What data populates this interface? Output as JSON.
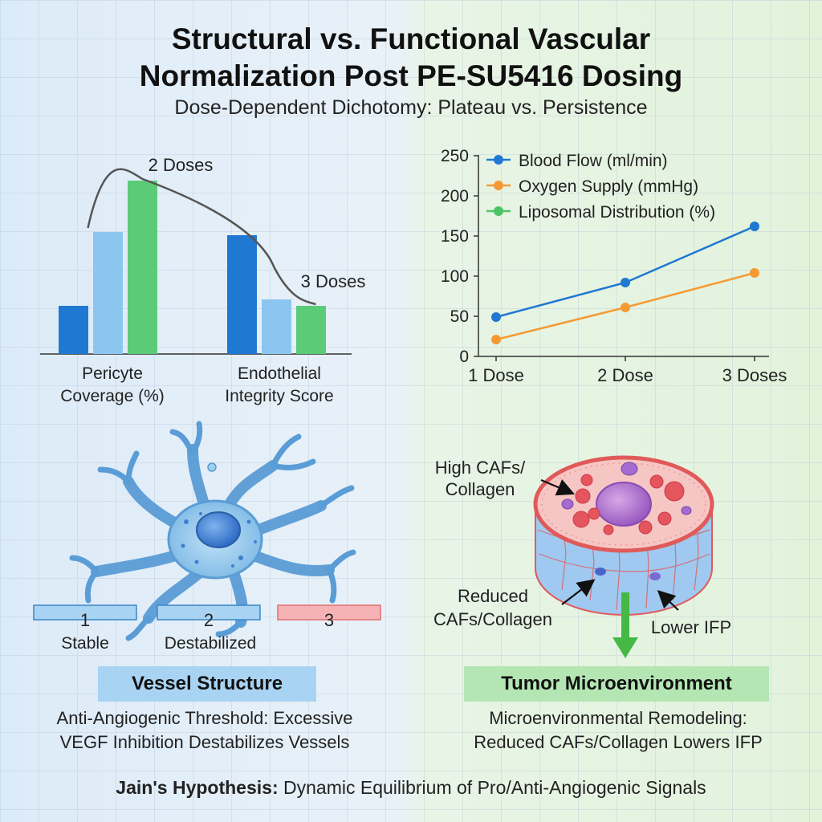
{
  "header": {
    "title_line1": "Structural vs. Functional Vascular",
    "title_line2": "Normalization Post PE-SU5416 Dosing",
    "subtitle": "Dose-Dependent Dichotomy: Plateau vs. Persistence"
  },
  "chart_data": [
    {
      "type": "bar",
      "categories": [
        "Pericyte Coverage (%)",
        "Endothelial Integrity Score"
      ],
      "category_lines": [
        [
          "Pericyte",
          "Coverage (%)"
        ],
        [
          "Endothelial",
          "Integrity Score"
        ]
      ],
      "series_colors": [
        "#1f78d1",
        "#8cc6f0",
        "#5ccb78"
      ],
      "values": [
        [
          15,
          38,
          54
        ],
        [
          37,
          17,
          15
        ]
      ],
      "ylim": [
        0,
        60
      ],
      "annotations": [
        "2 Doses",
        "3 Doses"
      ]
    },
    {
      "type": "line",
      "x": [
        "1 Dose",
        "2 Dose",
        "3 Doses"
      ],
      "yticks": [
        0,
        50,
        100,
        150,
        200,
        250
      ],
      "ylim": [
        0,
        250
      ],
      "legend_position": "top-left",
      "series": [
        {
          "name": "Blood Flow (ml/min)",
          "color": "#1f78d1",
          "values": [
            49,
            92,
            162
          ]
        },
        {
          "name": "Oxygen Supply (mmHg)",
          "color": "#f59a33",
          "values": [
            21,
            61,
            104
          ]
        },
        {
          "name": "Liposomal Distribution (%)",
          "color": "#4cc464",
          "values": []
        }
      ]
    }
  ],
  "vessel": {
    "stages": [
      {
        "number": "1",
        "label": "Stable",
        "color": "#a9d3f2"
      },
      {
        "number": "2",
        "label": "Destabilized",
        "color": "#a9d3f2"
      },
      {
        "number": "3",
        "label": "",
        "color": "#f6b3b6"
      }
    ],
    "heading": "Vessel Structure",
    "caption_line1": "Anti-Angiogenic Threshold: Excessive",
    "caption_line2": "VEGF Inhibition Destabilizes Vessels"
  },
  "tumor": {
    "label_high_line1": "High CAFs/",
    "label_high_line2": "Collagen",
    "label_reduced_line1": "Reduced",
    "label_reduced_line2": "CAFs/Collagen",
    "label_ifp": "Lower IFP",
    "heading": "Tumor Microenvironment",
    "caption_line1": "Microenvironmental Remodeling:",
    "caption_line2": "Reduced CAFs/Collagen Lowers IFP"
  },
  "footer": {
    "bold": "Jain's Hypothesis:",
    "text": " Dynamic Equilibrium of Pro/Anti-Angiogenic Signals"
  }
}
